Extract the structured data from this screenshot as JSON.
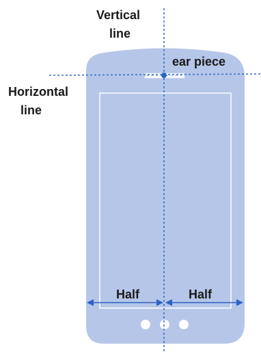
{
  "diagram": {
    "labels": {
      "vertical_line_1": "Vertical",
      "vertical_line_2": "line",
      "horizontal_line_1": "Horizontal",
      "horizontal_line_2": "line",
      "ear_piece": "ear piece",
      "half_left": "Half",
      "half_right": "Half"
    },
    "colors": {
      "phone_body": "#b5c6e8",
      "screen_outline": "#ffffff",
      "guide_line": "#3b6fc9",
      "arrow": "#2f62c4",
      "text": "#1a1a1a"
    }
  }
}
